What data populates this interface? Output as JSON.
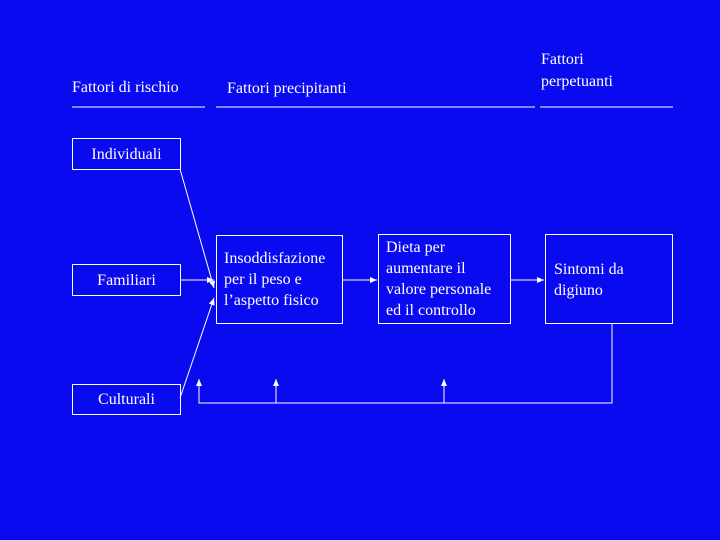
{
  "colors": {
    "background": "#0a0af0",
    "foreground": "#ffffff"
  },
  "headers": {
    "risk": "Fattori di rischio",
    "precipitating": "Fattori precipitanti",
    "perpetuating": "Fattori\nperpetuanti"
  },
  "risk_boxes": {
    "individual": "Individuali",
    "family": "Familiari",
    "cultural": "Culturali"
  },
  "flow_boxes": {
    "dissatisfaction": "Insoddisfazione\nper il peso e\nl’aspetto fisico",
    "diet": "Dieta per\naumentare il\nvalore personale\ned il controllo",
    "symptoms": "Sintomi da\ndigiuno"
  }
}
